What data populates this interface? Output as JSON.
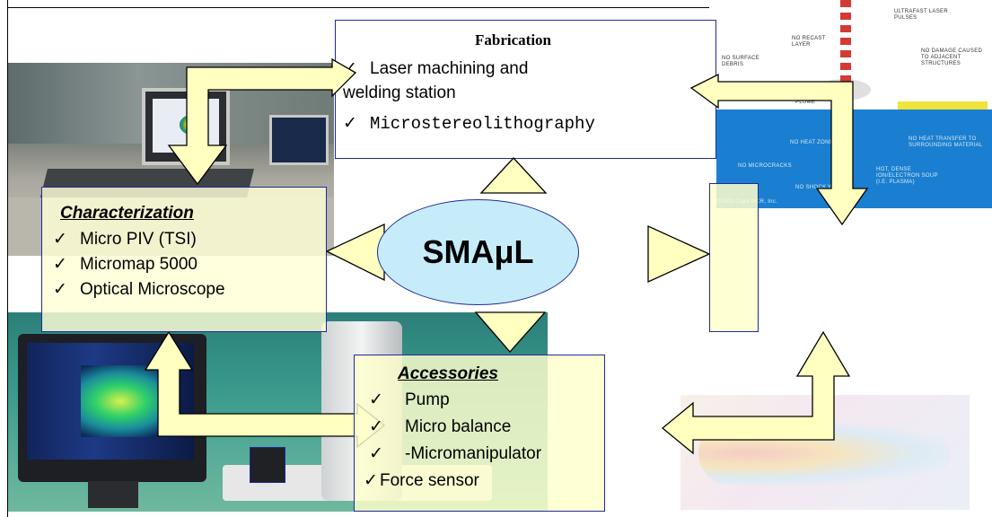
{
  "center": {
    "label": "SMAμL"
  },
  "fabrication": {
    "title": "Fabrication",
    "items": [
      "Laser machining and",
      "welding station",
      "Microstereolithography"
    ]
  },
  "characterization": {
    "title": "Characterization",
    "items": [
      "Micro PIV (TSI)",
      "Micromap 5000",
      "Optical Microscope"
    ]
  },
  "accessories": {
    "title": "Accessories",
    "items": [
      "Pump",
      "Micro balance",
      "-Micromanipulator",
      "Force sensor"
    ]
  },
  "check": "✓",
  "laser_labels": {
    "ultrafast": "ULTRAFAST LASER PULSES",
    "no_recast": "NO RECAST LAYER",
    "no_damage": "NO DAMAGE CAUSED TO ADJACENT STRUCTURES",
    "no_surface": "NO SURFACE DEBRIS",
    "plasma": "PLASMA PLUME",
    "no_heat_zone": "NO HEAT ZONE",
    "no_heat_transfer": "NO HEAT TRANSFER TO SURROUNDING MATERIAL",
    "no_microcracks": "NO MICROCRACKS",
    "hot_dense": "HOT, DENSE ION/ELECTRON SOUP (I.E. PLASMA)",
    "no_shock": "NO SHOCK WAVE",
    "copyright": "©2000 Clark-MXR, Inc."
  },
  "colors": {
    "box_border": "#1f2a9a",
    "ellipse_fill": "#c6ecfa",
    "arrow_fill": "#ffffc0",
    "box_fill": "#ffffd7"
  }
}
